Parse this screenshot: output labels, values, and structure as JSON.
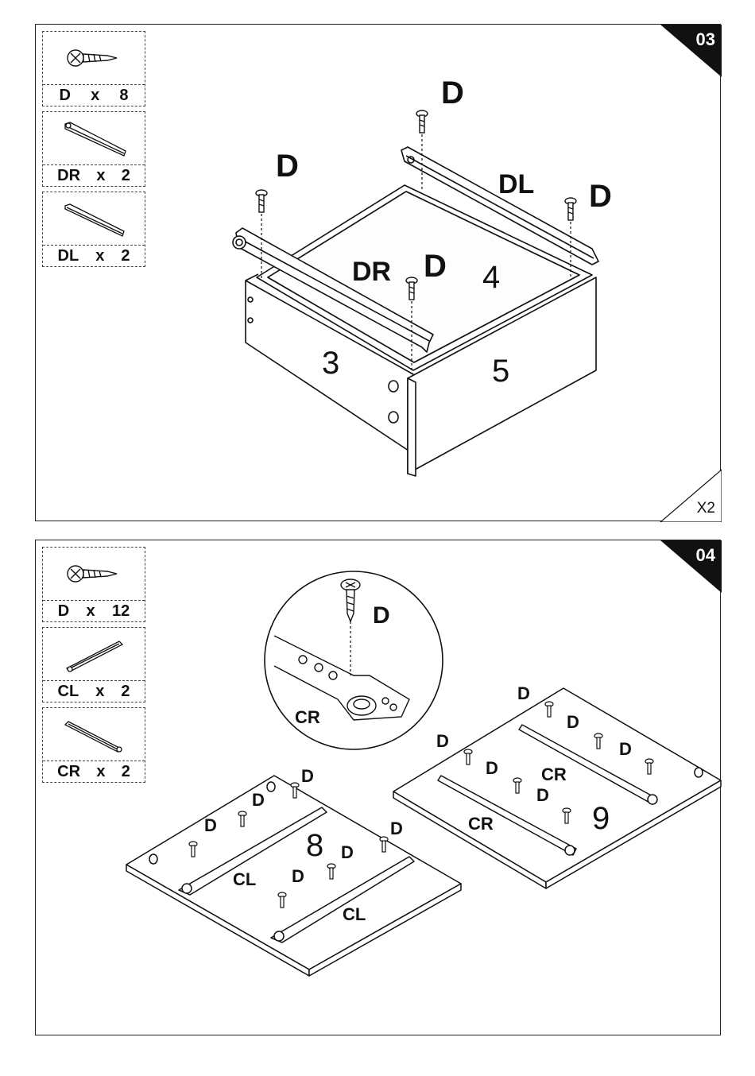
{
  "step1": {
    "number": "03",
    "multiplier": "X2",
    "parts": [
      {
        "code": "D",
        "x": "x",
        "qty": "8",
        "icon": "screw-icon"
      },
      {
        "code": "DR",
        "x": "x",
        "qty": "2",
        "icon": "drawer-rail-icon"
      },
      {
        "code": "DL",
        "x": "x",
        "qty": "2",
        "icon": "drawer-rail-icon"
      }
    ],
    "labels": {
      "d_top": "D",
      "d_left": "D",
      "d_right": "D",
      "d_center": "D",
      "dl": "DL",
      "dr": "DR",
      "p3": "3",
      "p4": "4",
      "p5": "5"
    }
  },
  "step2": {
    "number": "04",
    "parts": [
      {
        "code": "D",
        "x": "x",
        "qty": "12",
        "icon": "screw-icon"
      },
      {
        "code": "CL",
        "x": "x",
        "qty": "2",
        "icon": "cabinet-rail-icon"
      },
      {
        "code": "CR",
        "x": "x",
        "qty": "2",
        "icon": "cabinet-rail-icon"
      }
    ],
    "detail": {
      "d": "D",
      "cr": "CR"
    },
    "labels": {
      "d": "D",
      "cl": "CL",
      "cr": "CR",
      "p8": "8",
      "p9": "9"
    }
  }
}
